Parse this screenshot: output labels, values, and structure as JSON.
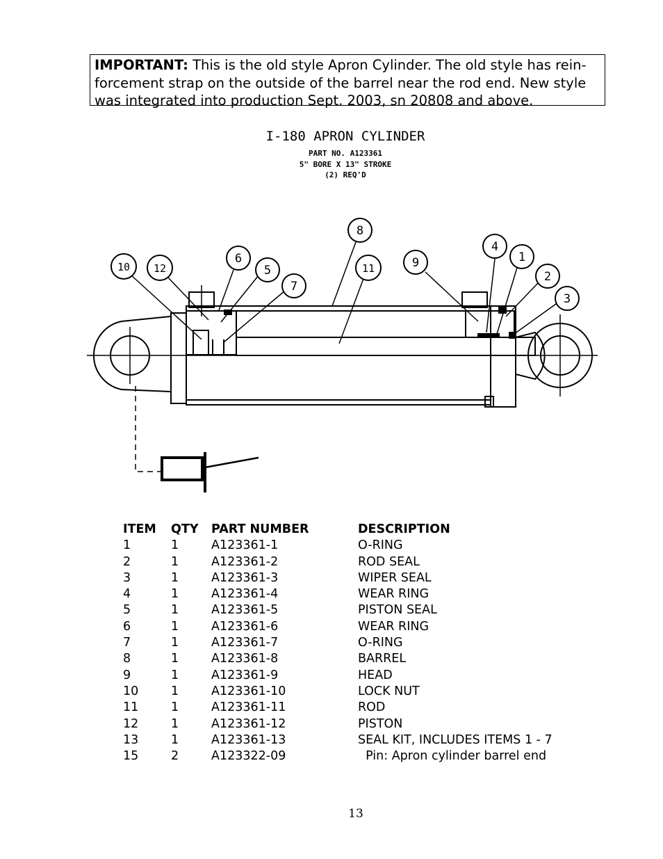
{
  "notice": {
    "label": "IMPORTANT:",
    "text": "  This is the old style Apron Cylinder.  The old style has rein-forcement strap on the outside of the barrel near the rod end.  New style was integrated into production Sept. 2003, sn 20808 and above."
  },
  "drawing": {
    "title": "I-180 APRON CYLINDER",
    "part_no": "PART NO. A123361",
    "bore_stroke": "5\" BORE X 13\" STROKE",
    "required": "(2) REQ'D",
    "callouts": [
      "1",
      "2",
      "3",
      "4",
      "5",
      "6",
      "7",
      "8",
      "9",
      "10",
      "11",
      "12"
    ]
  },
  "parts_table": {
    "headers": [
      "ITEM",
      "QTY",
      "PART NUMBER",
      "DESCRIPTION"
    ],
    "rows": [
      [
        "1",
        "1",
        "A123361-1",
        "O-RING"
      ],
      [
        "2",
        "1",
        "A123361-2",
        "ROD SEAL"
      ],
      [
        "3",
        "1",
        "A123361-3",
        "WIPER SEAL"
      ],
      [
        "4",
        "1",
        "A123361-4",
        "WEAR RING"
      ],
      [
        "5",
        "1",
        "A123361-5",
        "PISTON SEAL"
      ],
      [
        "6",
        "1",
        "A123361-6",
        "WEAR RING"
      ],
      [
        "7",
        "1",
        "A123361-7",
        "O-RING"
      ],
      [
        "8",
        "1",
        "A123361-8",
        "BARREL"
      ],
      [
        "9",
        "1",
        "A123361-9",
        "HEAD"
      ],
      [
        "10",
        "1",
        "A123361-10",
        "LOCK NUT"
      ],
      [
        "11",
        "1",
        "A123361-11",
        "ROD"
      ],
      [
        "12",
        "1",
        "A123361-12",
        "PISTON"
      ],
      [
        "13",
        "1",
        "A123361-13",
        "SEAL KIT, INCLUDES ITEMS 1 - 7"
      ],
      [
        "15",
        "2",
        "A123322-09",
        "  Pin: Apron cylinder barrel end"
      ]
    ]
  },
  "page_number": "13"
}
